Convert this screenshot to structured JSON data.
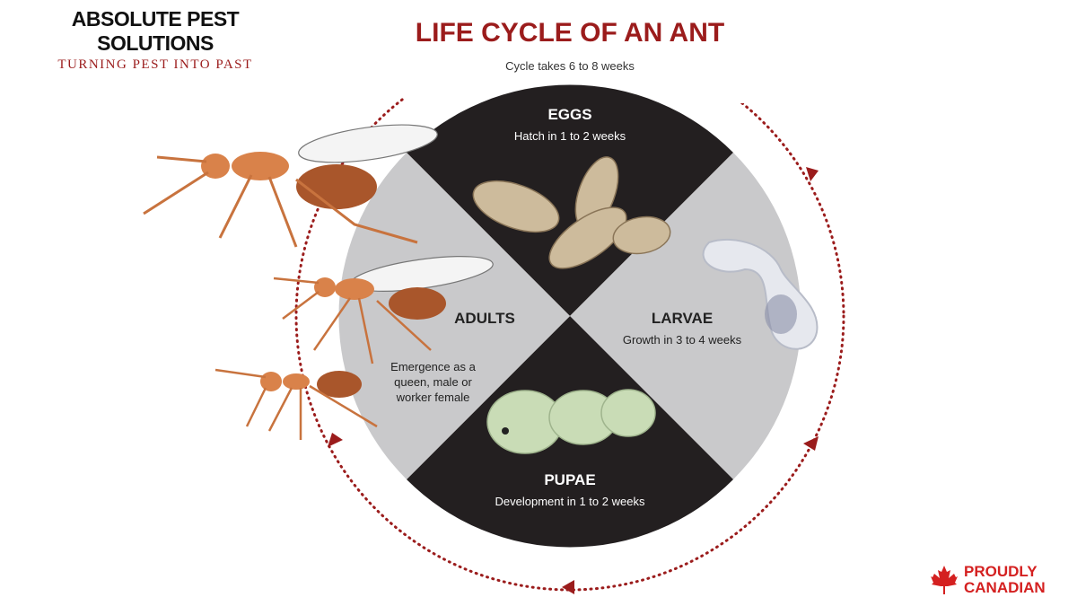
{
  "brand": {
    "name": "ABSOLUTE PEST SOLUTIONS",
    "tagline": "TURNING PEST INTO PAST"
  },
  "title": "LIFE CYCLE OF AN ANT",
  "subtitle": "Cycle takes 6 to 8 weeks",
  "stages": [
    {
      "name": "EGGS",
      "description": "Hatch in 1 to 2 weeks"
    },
    {
      "name": "LARVAE",
      "description": "Growth in 3 to 4 weeks"
    },
    {
      "name": "PUPAE",
      "description": "Development in 1 to 2 weeks"
    },
    {
      "name": "ADULTS",
      "description": "Emergence as a queen, male or worker female"
    }
  ],
  "badge": {
    "text_line1": "PROUDLY",
    "text_line2": "CANADIAN"
  },
  "colors": {
    "dark_quadrant": "#231f20",
    "light_quadrant": "#c9c9cb",
    "accent": "#9b1c1c",
    "canada_red": "#d42020"
  }
}
